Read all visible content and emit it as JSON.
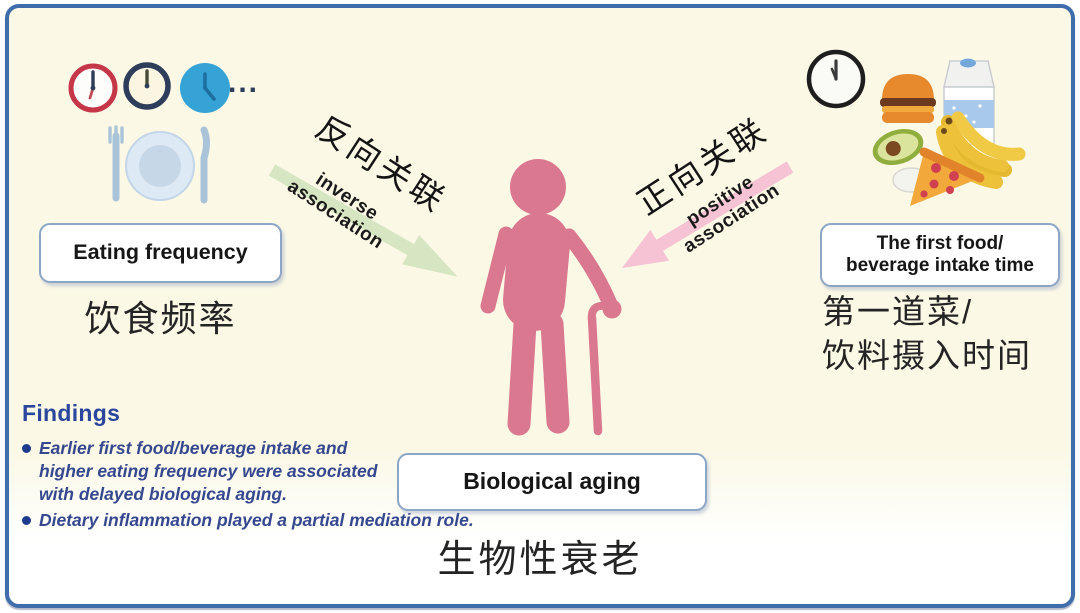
{
  "colors": {
    "frame_border": "#3f6dab",
    "background_cream": "#fbf8e6",
    "green_arrow": "#d7e6c2",
    "pink_arrow": "#f5c3d4",
    "person_pink": "#da7890",
    "findings_blue": "#2b479d",
    "box_border": "#8ea6c6",
    "clock_red_rim": "#c53648",
    "clock_navy_rim": "#2e3d59",
    "clock_blue_fill": "#35a3d5"
  },
  "icons": {
    "left_clock_1": "red-clock-icon",
    "left_clock_2": "navy-clock-icon",
    "left_clock_3": "blue-clock-icon",
    "plate": "plate-fork-knife-icon",
    "center_figure": "elderly-person-cane-icon",
    "right_clock": "black-clock-icon",
    "burger": "hamburger-icon",
    "milk": "milk-carton-icon",
    "avocado": "avocado-icon",
    "egg": "egg-icon",
    "pizza": "pizza-slice-icon",
    "bananas": "bananas-icon"
  },
  "ellipsis": "...",
  "left_group": {
    "box_label": "Eating frequency",
    "cn_label": "饮食频率"
  },
  "inverse_arrow": {
    "cn": "反向关联",
    "en_line1": "inverse",
    "en_line2": "association"
  },
  "positive_arrow": {
    "cn": "正向关联",
    "en_line1": "positive",
    "en_line2": "association"
  },
  "right_group": {
    "box_line1": "The first food/",
    "box_line2": "beverage intake time",
    "cn_line1": "第一道菜/",
    "cn_line2": "饮料摄入时间"
  },
  "findings": {
    "title": "Findings",
    "bullets": [
      {
        "lines": [
          "Earlier first food/beverage intake and",
          "higher eating frequency were associated",
          "with delayed biological aging."
        ]
      },
      {
        "lines": [
          "Dietary inflammation played a partial mediation role."
        ]
      }
    ]
  },
  "bottom_group": {
    "box_label": "Biological aging",
    "cn_label": "生物性衰老"
  }
}
